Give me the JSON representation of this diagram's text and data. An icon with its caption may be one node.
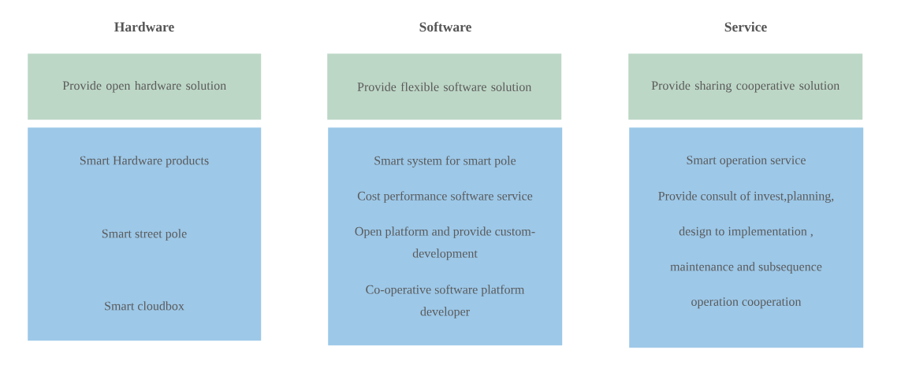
{
  "diagram": {
    "nodes": [
      {
        "text": [
          "Provide open hardware solution"
        ]
      },
      {
        "text": [
          "Provide flexible software solution"
        ]
      },
      {
        "text": [
          "Provide sharing cooperative solution"
        ]
      },
      {
        "text": [
          "Smart Hardware products",
          "Smart street pole",
          "Smart cloudbox"
        ]
      },
      {
        "text": [
          "Smart system for smart pole",
          "Cost performance software service",
          "Open platform and provide custom-development",
          "Co-operative software platform developer"
        ]
      },
      {
        "text": [
          "Smart operation service",
          "Provide consult of invest,planning,",
          "design to implementation ,",
          "maintenance and subsequence",
          "operation cooperation"
        ]
      }
    ],
    "labels": [
      "Hardware",
      "Software",
      "Service"
    ]
  }
}
